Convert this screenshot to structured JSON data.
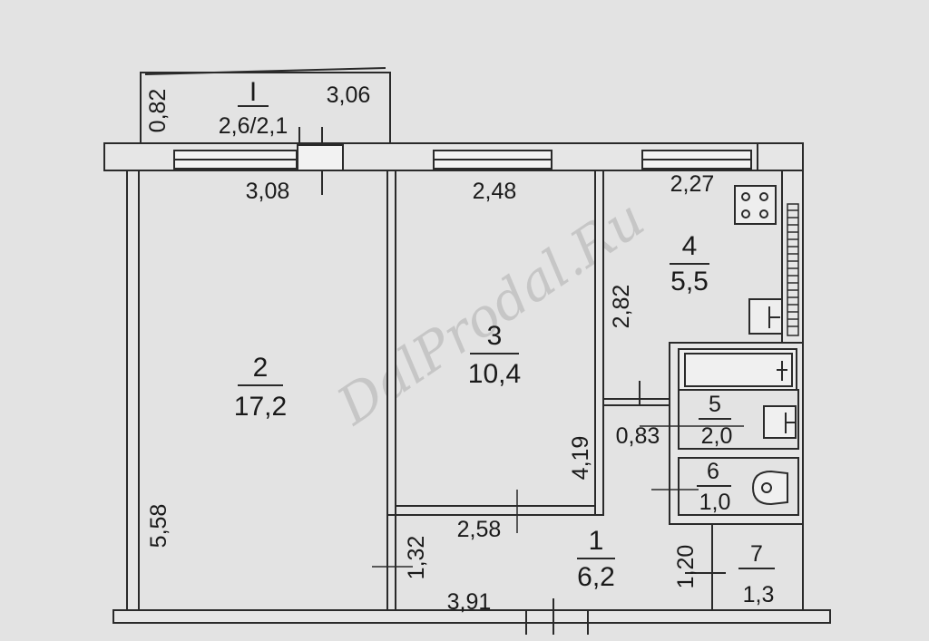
{
  "watermark": "DalProdal.Ru",
  "balcony": {
    "num": "I",
    "area": "2,6/2,1",
    "dim_depth": "0,82",
    "dim_width": "3,06"
  },
  "rooms": {
    "r1": {
      "num": "1",
      "area": "6,2"
    },
    "r2": {
      "num": "2",
      "area": "17,2"
    },
    "r3": {
      "num": "3",
      "area": "10,4"
    },
    "r4": {
      "num": "4",
      "area": "5,5"
    },
    "r5": {
      "num": "5",
      "area": "2,0"
    },
    "r6": {
      "num": "6",
      "area": "1,0"
    },
    "r7": {
      "num": "7",
      "area": "1,3"
    }
  },
  "dimensions": {
    "d_308": "3,08",
    "d_248": "2,48",
    "d_227": "2,27",
    "d_282": "2,82",
    "d_558": "5,58",
    "d_419": "4,19",
    "d_083": "0,83",
    "d_258": "2,58",
    "d_132": "1,32",
    "d_391": "3,91",
    "d_120": "1,20"
  },
  "colors": {
    "background": "#e3e3e3",
    "line": "#2a2a2a",
    "fill_room": "#e6e6e6"
  }
}
